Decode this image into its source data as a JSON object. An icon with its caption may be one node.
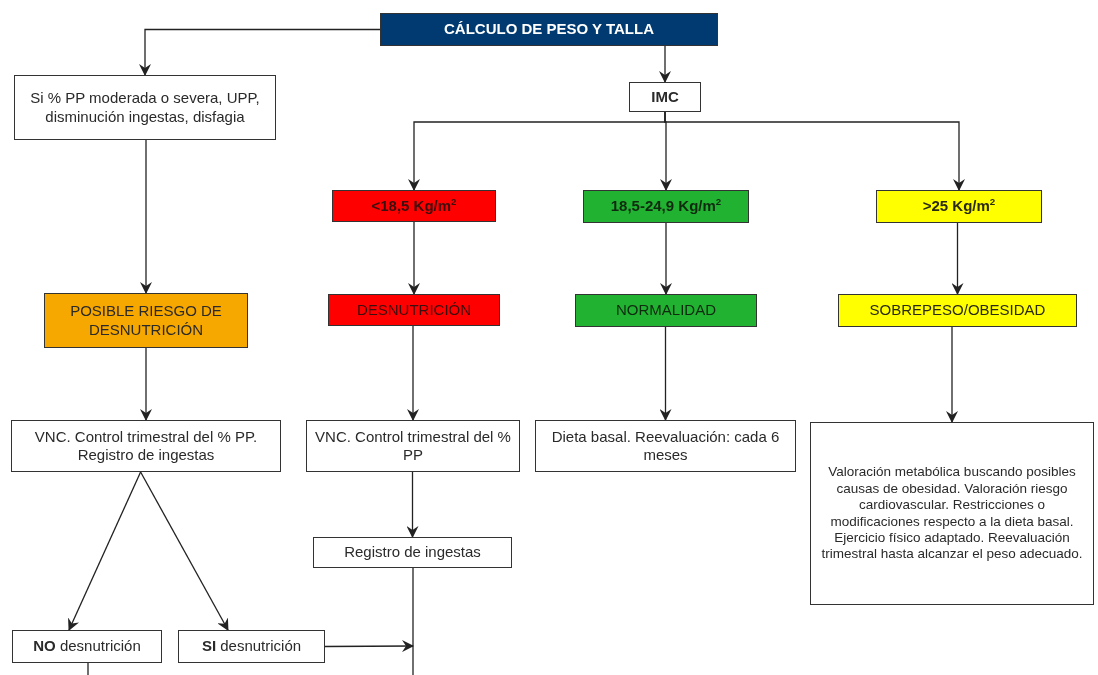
{
  "diagram": {
    "nodes": [
      {
        "text": [
          "CÁLCULO DE PESO Y TALLA"
        ]
      },
      {
        "text": [
          "Si % PP moderada o severa, UPP, disminución ingestas, disfagia"
        ]
      },
      {
        "text": [
          "IMC"
        ]
      },
      {
        "text": [
          "<18,5 Kg/m$^{2}$"
        ]
      },
      {
        "text": [
          "18,5-24,9 Kg/m$^{2}$"
        ]
      },
      {
        "text": [
          ">25 Kg/m$^{2}$"
        ]
      },
      {
        "text": [
          "POSIBLE RIESGO DE DESNUTRICIÓN"
        ]
      },
      {
        "text": [
          "DESNUTRICIÓN"
        ]
      },
      {
        "text": [
          "NORMALIDAD"
        ]
      },
      {
        "text": [
          "SOBREPESO/OBESIDAD"
        ]
      },
      {
        "text": [
          "VNC. Control trimestral del % PP. Registro de ingestas"
        ]
      },
      {
        "text": [
          "VNC. Control trimestral del % PP"
        ]
      },
      {
        "text": [
          "Dieta basal. Reevaluación: cada 6 meses"
        ]
      },
      {
        "text": [
          "Valoración metabólica buscando posibles causas de obesidad. Valoración riesgo cardiovascular. Restricciones o modificaciones respecto a la dieta basal. Ejercicio físico adaptado. Reevaluación trimestral hasta alcanzar el peso adecuado."
        ]
      },
      {
        "text": [
          "Registro de ingestas"
        ]
      },
      {
        "text": [
          "**NO** desnutrición"
        ]
      },
      {
        "text": [
          "**SI** desnutrición"
        ]
      }
    ],
    "edges": [
      {
        "from": 0,
        "to": 1,
        "arrow": "to"
      },
      {
        "from": 0,
        "to": 2,
        "arrow": "to"
      },
      {
        "from": 2,
        "to": 3,
        "arrow": "to"
      },
      {
        "from": 2,
        "to": 4,
        "arrow": "to"
      },
      {
        "from": 2,
        "to": 5,
        "arrow": "to"
      },
      {
        "from": 1,
        "to": 6,
        "arrow": "to"
      },
      {
        "from": 3,
        "to": 7,
        "arrow": "to"
      },
      {
        "from": 4,
        "to": 8,
        "arrow": "to"
      },
      {
        "from": 5,
        "to": 9,
        "arrow": "to"
      },
      {
        "from": 6,
        "to": 10,
        "arrow": "to"
      },
      {
        "from": 7,
        "to": 11,
        "arrow": "to"
      },
      {
        "from": 8,
        "to": 12,
        "arrow": "to"
      },
      {
        "from": 9,
        "to": 13,
        "arrow": "to"
      },
      {
        "from": 11,
        "to": 14,
        "arrow": "to"
      },
      {
        "from": 10,
        "to": 15,
        "arrow": "to"
      },
      {
        "from": 10,
        "to": 16,
        "arrow": "to"
      },
      {
        "from": 14,
        "to": null,
        "arrow": "none"
      },
      {
        "from": 16,
        "to": null,
        "arrow": "to"
      },
      {
        "from": 15,
        "to": null,
        "arrow": "none"
      }
    ]
  }
}
